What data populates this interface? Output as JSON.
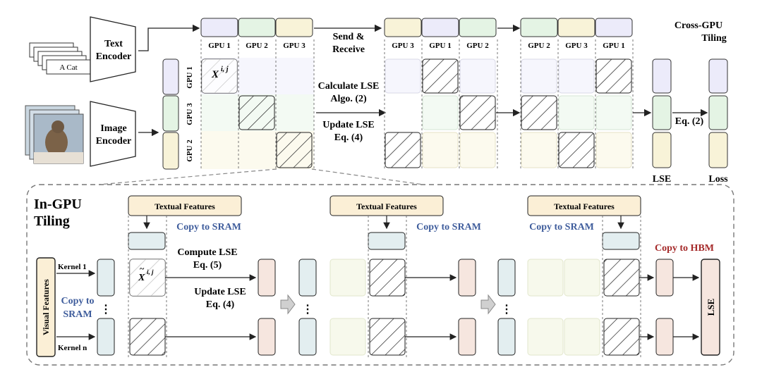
{
  "cross_gpu": {
    "title_line1": "Cross-GPU",
    "title_line2": "Tiling",
    "text_input": "A Cat",
    "text_encoder": [
      "Text",
      "Encoder"
    ],
    "image_encoder": [
      "Image",
      "Encoder"
    ],
    "gpu1": "GPU 1",
    "gpu2": "GPU 2",
    "gpu3": "GPU 3",
    "send_receive": [
      "Send &",
      "Receive"
    ],
    "calc_lse": [
      "Calculate LSE",
      "Algo. (2)"
    ],
    "update_lse": [
      "Update LSE",
      "Eq. (4)"
    ],
    "xij": "X",
    "xij_sup": "i, j",
    "eq2": "Eq. (2)",
    "lse": "LSE",
    "loss": "Loss"
  },
  "in_gpu": {
    "title_line1": "In-GPU",
    "title_line2": "Tiling",
    "textual_features": "Textual Features",
    "copy_to_sram": "Copy to SRAM",
    "copy_to_sram_left": [
      "Copy to",
      "SRAM"
    ],
    "copy_to_hbm": "Copy to HBM",
    "visual_features": "Visual Features",
    "kernel_1": "Kernel 1",
    "kernel_n": "Kernel n",
    "compute_lse": [
      "Compute LSE",
      "Eq. (5)"
    ],
    "update_lse": [
      "Update LSE",
      "Eq. (4)"
    ],
    "xtilde": "X",
    "xtilde_sup": "i, j",
    "lse_bar": "LSE",
    "dots": "⋮"
  },
  "colors": {
    "purple": "#ecebfa",
    "green": "#e4f4e4",
    "yellow": "#f8f3d8",
    "teal": "#e3eef0",
    "pink": "#f6e6df",
    "label_blue": "#3f5d9c",
    "label_red": "#a52a2a",
    "textual_fill": "#fbefd6"
  }
}
